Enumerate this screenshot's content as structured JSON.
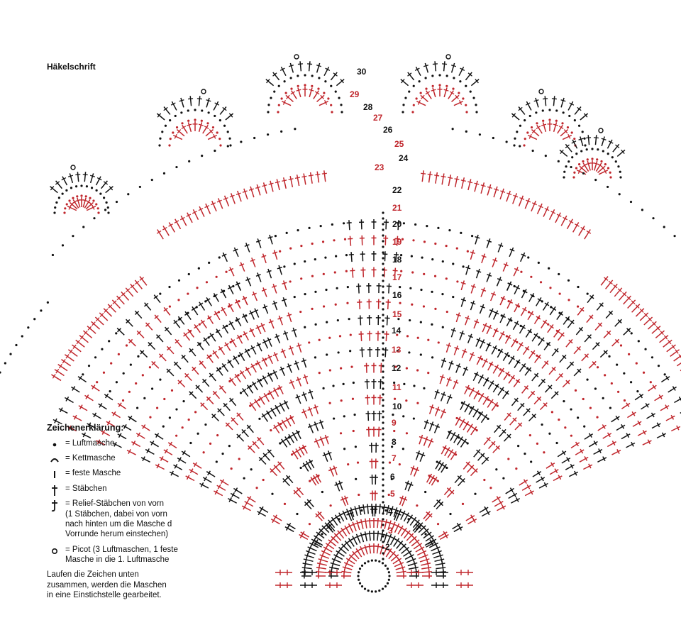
{
  "title": "Häkelschrift",
  "row_labels": [
    {
      "n": "2",
      "red": false
    },
    {
      "n": "3",
      "red": true
    },
    {
      "n": "4",
      "red": false
    },
    {
      "n": "5",
      "red": true
    },
    {
      "n": "6",
      "red": false
    },
    {
      "n": "7",
      "red": true
    },
    {
      "n": "8",
      "red": false
    },
    {
      "n": "9",
      "red": true
    },
    {
      "n": "10",
      "red": false
    },
    {
      "n": "11",
      "red": true
    },
    {
      "n": "12",
      "red": false
    },
    {
      "n": "13",
      "red": true
    },
    {
      "n": "14",
      "red": false
    },
    {
      "n": "15",
      "red": true
    },
    {
      "n": "16",
      "red": false
    },
    {
      "n": "17",
      "red": true
    },
    {
      "n": "18",
      "red": false
    },
    {
      "n": "19",
      "red": true
    },
    {
      "n": "20",
      "red": false
    },
    {
      "n": "21",
      "red": true
    },
    {
      "n": "22",
      "red": false
    },
    {
      "n": "23",
      "red": true
    },
    {
      "n": "24",
      "red": false
    },
    {
      "n": "25",
      "red": true
    },
    {
      "n": "26",
      "red": false
    },
    {
      "n": "27",
      "red": true
    },
    {
      "n": "28",
      "red": false
    },
    {
      "n": "29",
      "red": true
    },
    {
      "n": "30",
      "red": false
    }
  ],
  "colors": {
    "red": "#c0262c",
    "black": "#111111"
  },
  "legend": {
    "heading": "Zeichenerklärung:",
    "items": [
      {
        "icon": "chain-stitch-icon",
        "text": "= Luftmasche",
        "sub": []
      },
      {
        "icon": "slip-stitch-icon",
        "text": "= Kettmasche",
        "sub": []
      },
      {
        "icon": "single-crochet-icon",
        "text": "= feste Masche",
        "sub": []
      },
      {
        "icon": "double-crochet-icon",
        "text": "= Stäbchen",
        "sub": []
      },
      {
        "icon": "front-post-double-crochet-icon",
        "text": "= Relief-Stäbchen von vorn",
        "sub": [
          "(1 Stäbchen, dabei von vorn",
          "nach hinten um die Masche d",
          "Vorrunde herum einstechen)"
        ]
      },
      {
        "icon": "picot-icon",
        "text": "= Picot (3 Luftmaschen, 1 feste",
        "sub": [
          "Masche in die 1. Luftmasche"
        ]
      }
    ],
    "note": [
      "Laufen die Zeichen unten",
      "zusammen, werden die Maschen",
      "in eine Einstichstelle gearbeitet."
    ]
  }
}
